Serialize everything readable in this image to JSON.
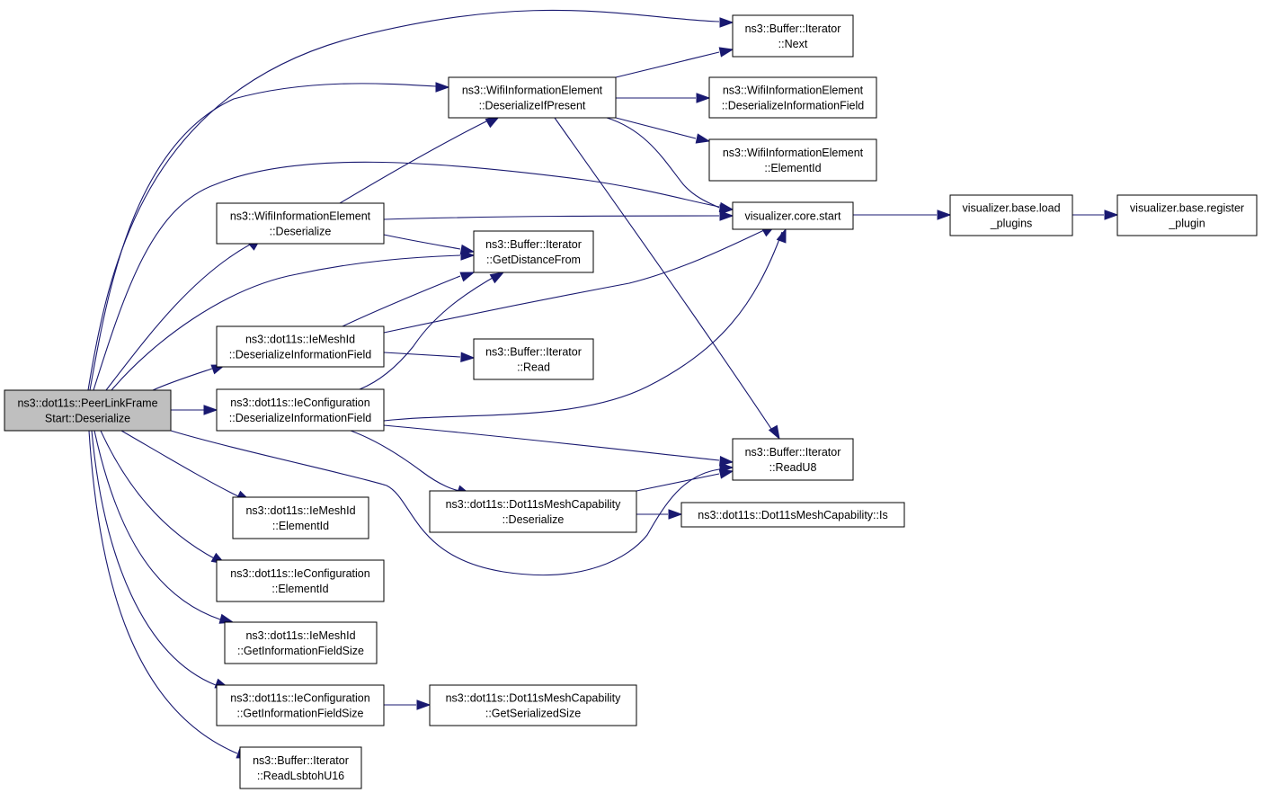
{
  "nodes": {
    "root": [
      "ns3::dot11s::PeerLinkFrame",
      "Start::Deserialize"
    ],
    "next": [
      "ns3::Buffer::Iterator",
      "::Next"
    ],
    "wie_dip": [
      "ns3::WifiInformationElement",
      "::DeserializeIfPresent"
    ],
    "wie_dif": [
      "ns3::WifiInformationElement",
      "::DeserializeInformationField"
    ],
    "wie_eid": [
      "ns3::WifiInformationElement",
      "::ElementId"
    ],
    "wie_des": [
      "ns3::WifiInformationElement",
      "::Deserialize"
    ],
    "vis_start": [
      "visualizer.core.start"
    ],
    "vis_load": [
      "visualizer.base.load",
      "_plugins"
    ],
    "vis_reg": [
      "visualizer.base.register",
      "_plugin"
    ],
    "gdf": [
      "ns3::Buffer::Iterator",
      "::GetDistanceFrom"
    ],
    "mid_dif": [
      "ns3::dot11s::IeMeshId",
      "::DeserializeInformationField"
    ],
    "read": [
      "ns3::Buffer::Iterator",
      "::Read"
    ],
    "cfg_dif": [
      "ns3::dot11s::IeConfiguration",
      "::DeserializeInformationField"
    ],
    "readu8": [
      "ns3::Buffer::Iterator",
      "::ReadU8"
    ],
    "cap_des": [
      "ns3::dot11s::Dot11sMeshCapability",
      "::Deserialize"
    ],
    "cap_is": [
      "ns3::dot11s::Dot11sMeshCapability::Is"
    ],
    "mid_eid": [
      "ns3::dot11s::IeMeshId",
      "::ElementId"
    ],
    "cfg_eid": [
      "ns3::dot11s::IeConfiguration",
      "::ElementId"
    ],
    "mid_gifs": [
      "ns3::dot11s::IeMeshId",
      "::GetInformationFieldSize"
    ],
    "cfg_gifs": [
      "ns3::dot11s::IeConfiguration",
      "::GetInformationFieldSize"
    ],
    "cap_gss": [
      "ns3::dot11s::Dot11sMeshCapability",
      "::GetSerializedSize"
    ],
    "rlsb": [
      "ns3::Buffer::Iterator",
      "::ReadLsbtohU16"
    ]
  },
  "edges": [
    [
      "root",
      "next"
    ],
    [
      "root",
      "wie_dip"
    ],
    [
      "root",
      "vis_start"
    ],
    [
      "root",
      "wie_des"
    ],
    [
      "root",
      "gdf"
    ],
    [
      "root",
      "mid_dif"
    ],
    [
      "root",
      "cfg_dif"
    ],
    [
      "root",
      "readu8"
    ],
    [
      "root",
      "mid_eid"
    ],
    [
      "root",
      "cfg_eid"
    ],
    [
      "root",
      "mid_gifs"
    ],
    [
      "root",
      "cfg_gifs"
    ],
    [
      "root",
      "rlsb"
    ],
    [
      "wie_dip",
      "next"
    ],
    [
      "wie_dip",
      "wie_dif"
    ],
    [
      "wie_dip",
      "wie_eid"
    ],
    [
      "wie_dip",
      "vis_start"
    ],
    [
      "wie_dip",
      "readu8"
    ],
    [
      "wie_des",
      "wie_dip"
    ],
    [
      "wie_des",
      "vis_start"
    ],
    [
      "wie_des",
      "gdf"
    ],
    [
      "mid_dif",
      "gdf"
    ],
    [
      "mid_dif",
      "vis_start"
    ],
    [
      "mid_dif",
      "read"
    ],
    [
      "cfg_dif",
      "gdf"
    ],
    [
      "cfg_dif",
      "vis_start"
    ],
    [
      "cfg_dif",
      "readu8"
    ],
    [
      "cfg_dif",
      "cap_des"
    ],
    [
      "cap_des",
      "readu8"
    ],
    [
      "cap_des",
      "cap_is"
    ],
    [
      "cfg_gifs",
      "cap_gss"
    ],
    [
      "vis_start",
      "vis_load"
    ],
    [
      "vis_load",
      "vis_reg"
    ]
  ],
  "colors": {
    "edge": "#191970",
    "root_fill": "#bfbfbf",
    "node_fill": "#ffffff",
    "node_stroke": "#000000"
  }
}
